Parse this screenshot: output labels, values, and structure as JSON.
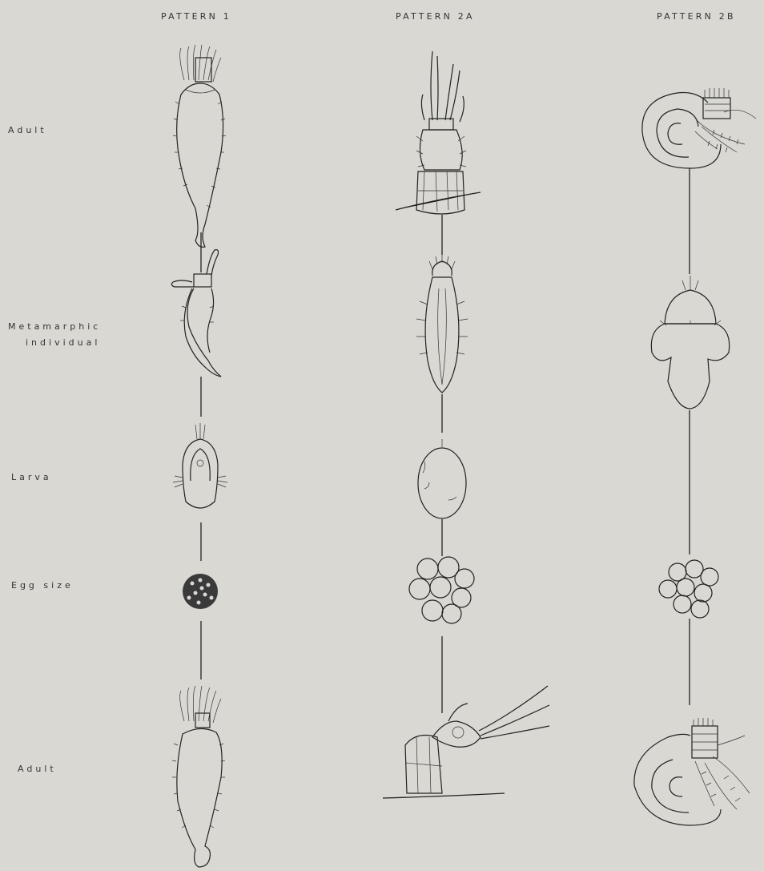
{
  "columns": [
    {
      "label": "PATTERN 1"
    },
    {
      "label": "PATTERN 2A"
    },
    {
      "label": "PATTERN 2B"
    }
  ],
  "rows": {
    "adult_top": "Adult",
    "metamorphic_line1": "Metamarphic",
    "metamorphic_line2": "individual",
    "larva": "Larva",
    "egg_size": "Egg size",
    "adult_bottom": "Adult"
  },
  "stages": [
    "adult",
    "metamorphic-individual",
    "larva",
    "egg",
    "adult"
  ]
}
